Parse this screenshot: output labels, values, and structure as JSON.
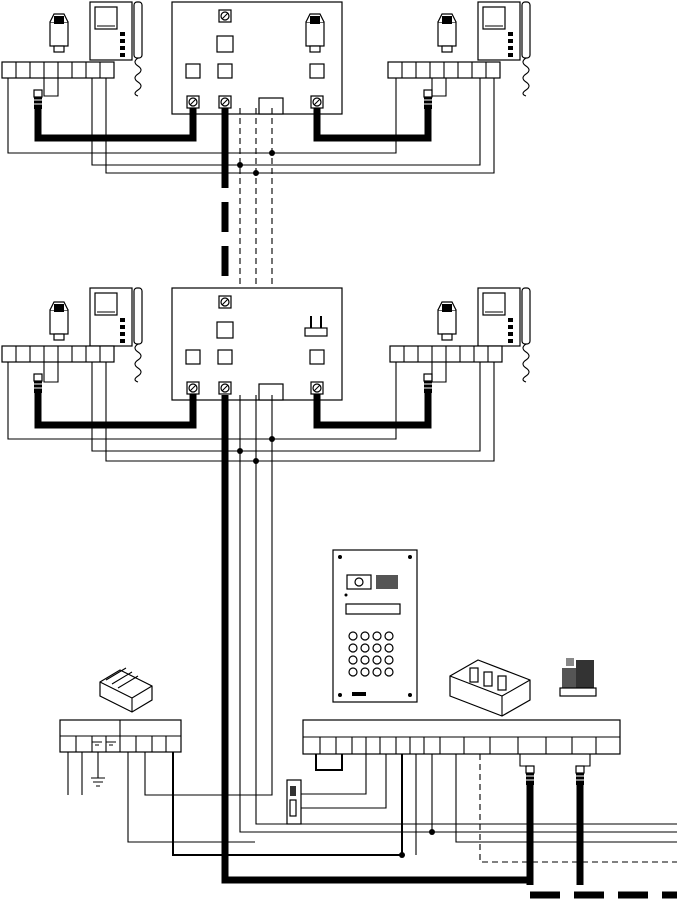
{
  "diagram": {
    "description_labels": [],
    "colors": {
      "line": "#000000",
      "background": "#ffffff"
    },
    "floors": 2,
    "monitors_per_floor": 2,
    "components": [
      "video-monitor-icon",
      "power-supply-icon",
      "distributor-box",
      "entrance-panel-icon",
      "keypad-icon",
      "door-lock-icon",
      "relay-module-icon",
      "transformer-icon"
    ]
  }
}
